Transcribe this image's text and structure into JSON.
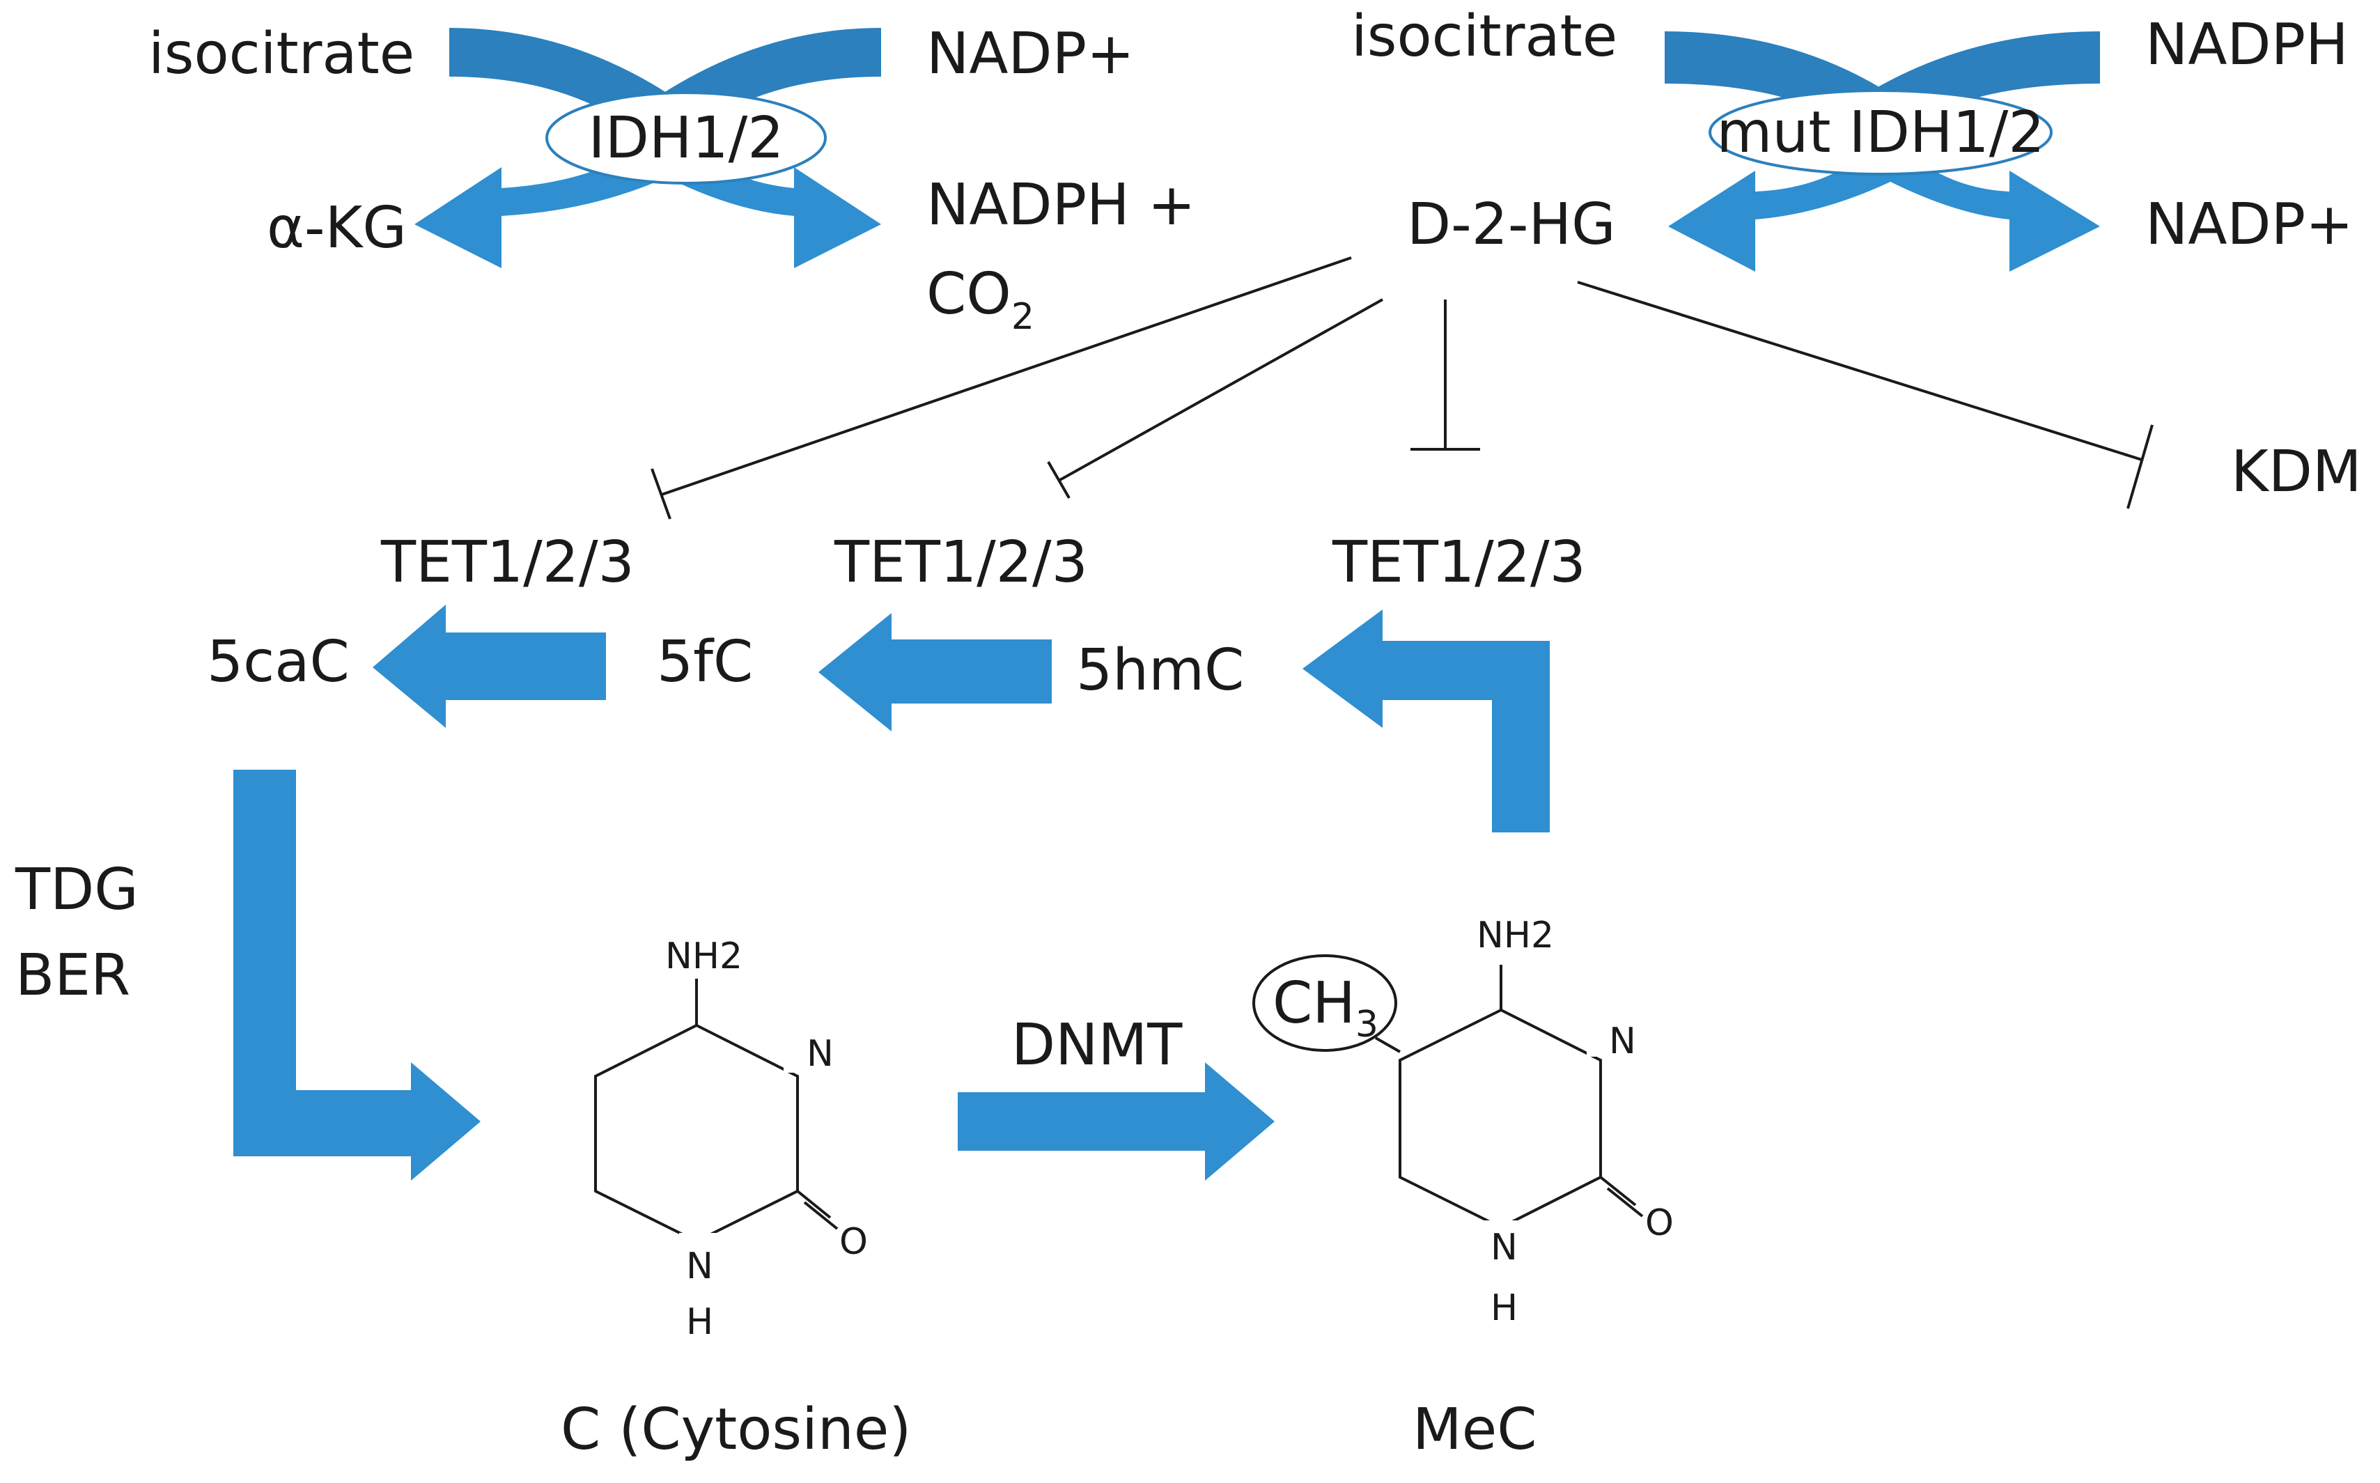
{
  "colors": {
    "arrow": "#2f8fd0",
    "arrow_dark": "#2b80bd",
    "text": "#1a1a1a"
  },
  "wildtype": {
    "substrate": "isocitrate",
    "cofactor_in": "NADP+",
    "enzyme": "IDH1/2",
    "product": "α-KG",
    "cofactor_out_line1": "NADPH +",
    "cofactor_out_co": "CO",
    "cofactor_out_sub": "2"
  },
  "mutant": {
    "substrate": "isocitrate",
    "cofactor_in": "NADPH",
    "enzyme": "mut IDH1/2",
    "product": "D-2-HG",
    "cofactor_out": "NADP+"
  },
  "targets": {
    "tet_a": "TET1/2/3",
    "tet_b": "TET1/2/3",
    "tet_c": "TET1/2/3",
    "kdm": "KDM"
  },
  "oxidation": {
    "caC": "5caC",
    "fC": "5fC",
    "hmC": "5hmC"
  },
  "repair": {
    "line1": "TDG",
    "line2": "BER"
  },
  "methylation": {
    "enzyme": "DNMT"
  },
  "cytosine": {
    "amine": "NH2",
    "n_ring": "N",
    "oxygen": "O",
    "nh_n": "N",
    "nh_h": "H",
    "caption": "C (Cytosine)"
  },
  "methylcytosine": {
    "methyl_ch": "CH",
    "methyl_sub": "3",
    "amine": "NH2",
    "n_ring": "N",
    "oxygen": "O",
    "nh_n": "N",
    "nh_h": "H",
    "caption": "MeC"
  }
}
